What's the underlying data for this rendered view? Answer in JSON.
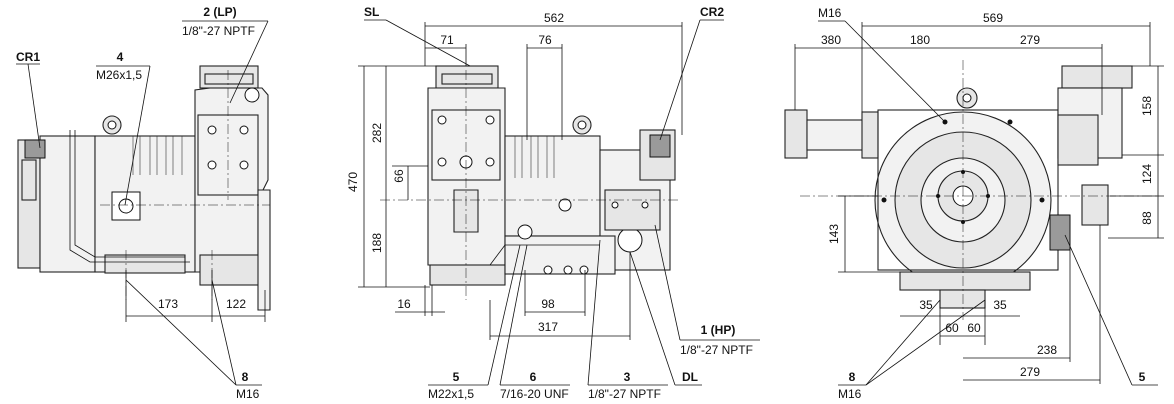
{
  "callouts": {
    "cr1": "CR1",
    "n4_num": "4",
    "n4_spec": "M26x1,5",
    "n2_num": "2 (LP)",
    "n2_spec": "1/8\"-27 NPTF",
    "sl": "SL",
    "cr2": "CR2",
    "m16_top": "M16",
    "n1_num": "1 (HP)",
    "n1_spec": "1/8\"-27 NPTF",
    "n5_num": "5",
    "n5_spec": "M22x1,5",
    "n6_num": "6",
    "n6_spec": "7/16-20 UNF",
    "n3_num": "3",
    "n3_spec": "1/8\"-27 NPTF",
    "dl": "DL",
    "n8a_num": "8",
    "n8a_spec": "M16",
    "n8b_num": "8",
    "n8b_spec": "M16",
    "n5r_num": "5"
  },
  "dimensions": {
    "left": {
      "d173": "173",
      "d122": "122"
    },
    "middle": {
      "d562": "562",
      "d71": "71",
      "d76": "76",
      "d470": "470",
      "d282": "282",
      "d66": "66",
      "d188": "188",
      "d16": "16",
      "d98": "98",
      "d317": "317"
    },
    "right": {
      "d569": "569",
      "d380": "380",
      "d180": "180",
      "d279top": "279",
      "d158": "158",
      "d124": "124",
      "d88": "88",
      "d143": "143",
      "d35a": "35",
      "d35b": "35",
      "d60a": "60",
      "d60b": "60",
      "d238": "238",
      "d279bot": "279"
    }
  }
}
